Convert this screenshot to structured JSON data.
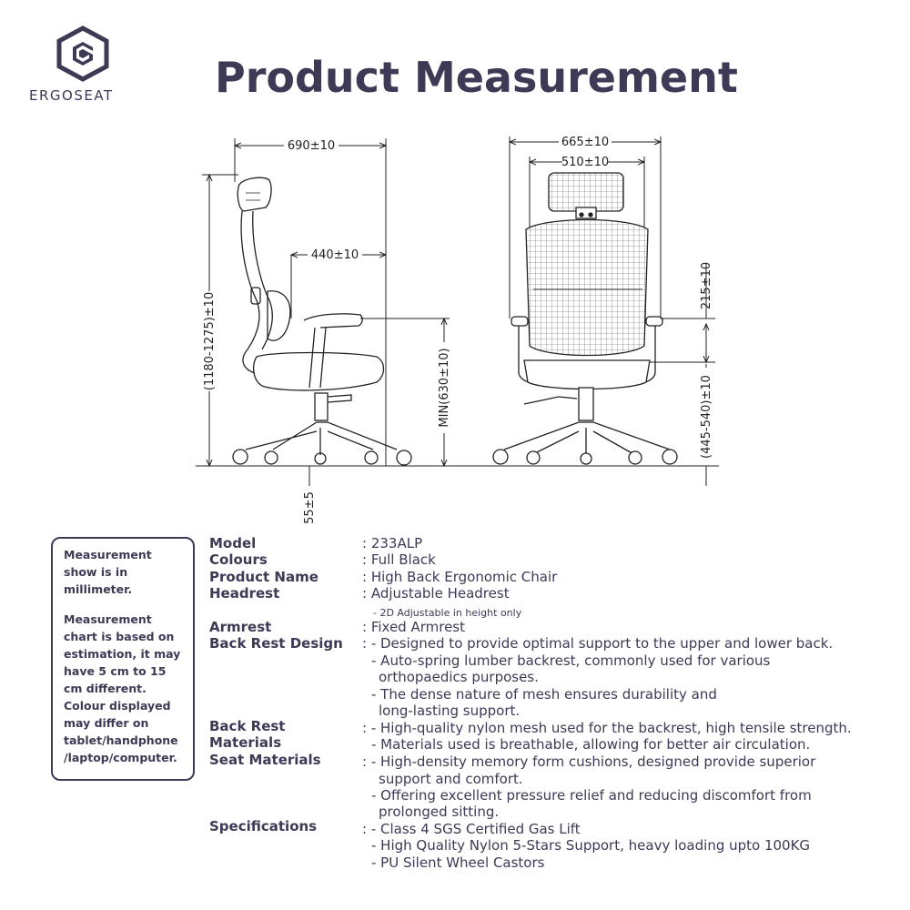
{
  "brand": {
    "name": "ERGOSEAT"
  },
  "title": "Product Measurement",
  "dimensions": {
    "side_width": "690±10",
    "side_seat_depth": "440±10",
    "side_total_height": "(1180-1275)±10",
    "side_seat_height": "MIN(630±10)",
    "side_ground": "55±5",
    "front_width": "665±10",
    "front_seat_width": "510±10",
    "front_arm_height": "215±10",
    "front_seat_height": "(445-540)±10"
  },
  "notes": [
    "Measurement show is in millimeter.",
    "Measurement chart is based on estimation, it may have 5 cm to 15 cm different. Colour displayed may differ on tablet/handphone /laptop/computer."
  ],
  "specs": {
    "model_label": "Model",
    "model_value": ": 233ALP",
    "colours_label": "Colours",
    "colours_value": ": Full Black",
    "product_name_label": "Product Name",
    "product_name_value": ": High Back Ergonomic Chair",
    "headrest_label": "Headrest",
    "headrest_value": ": Adjustable Headrest",
    "headrest_sub": "-   2D Adjustable in height only",
    "armrest_label": "Armrest",
    "armrest_value": ": Fixed Armrest",
    "backrest_design_label": "Back Rest Design",
    "backrest_design_1": ": - Designed to provide optimal support to the upper and lower back.",
    "backrest_design_2": "- Auto-spring lumber backrest, commonly used for various",
    "backrest_design_3": "orthopaedics purposes.",
    "backrest_design_4": "- The dense nature of mesh ensures durability and",
    "backrest_design_5": "long-lasting support.",
    "backrest_materials_label_1": "Back Rest",
    "backrest_materials_label_2": "Materials",
    "backrest_materials_1": ": - High-quality nylon mesh used for the backrest, high tensile strength.",
    "backrest_materials_2": "- Materials used is breathable, allowing for better air circulation.",
    "seat_materials_label": "Seat Materials",
    "seat_materials_1": ": - High-density memory form cushions, designed provide superior",
    "seat_materials_2": "support and comfort.",
    "seat_materials_3": "- Offering excellent pressure relief and reducing discomfort from",
    "seat_materials_4": "prolonged sitting.",
    "specifications_label": "Specifications",
    "specifications_1": ": - Class 4 SGS Certified Gas Lift",
    "specifications_2": "- High Quality Nylon 5-Stars Support, heavy loading upto 100KG",
    "specifications_3": "- PU Silent Wheel Castors"
  },
  "colors": {
    "text": "#3d3a56",
    "line": "#222222"
  }
}
